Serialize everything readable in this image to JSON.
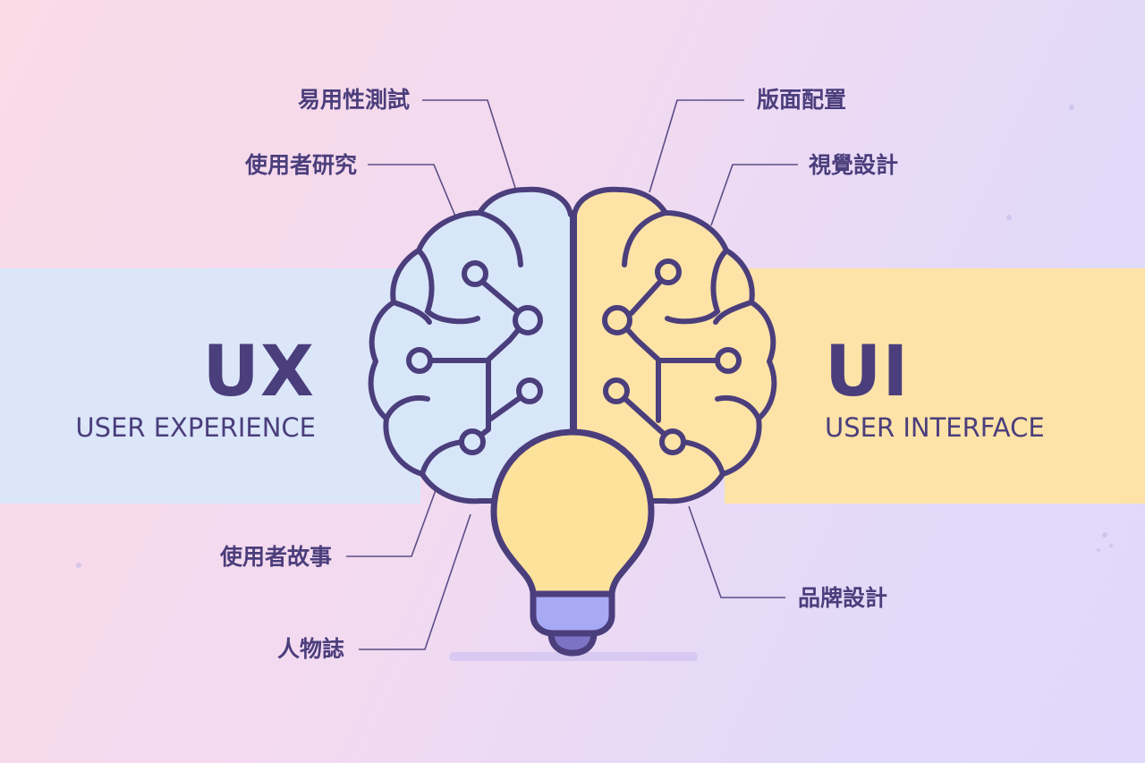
{
  "ux": {
    "title": "UX",
    "subtitle": "USER EXPERIENCE"
  },
  "ui": {
    "title": "UI",
    "subtitle": "USER INTERFACE"
  },
  "labels": {
    "usability_testing": "易用性測試",
    "user_research": "使用者研究",
    "user_stories": "使用者故事",
    "persona": "人物誌",
    "layout": "版面配置",
    "visual_design": "視覺設計",
    "branding": "品牌設計"
  },
  "colors": {
    "outline": "#4b3e7c",
    "ux_band": "#dbe6f9",
    "ui_band": "#fde3a8",
    "brain_left": "#d8e6f9",
    "brain_right": "#fde3a6",
    "bulb": "#fde29c",
    "bulb_base": "#a7a9f4"
  },
  "icons": [
    "brain-icon",
    "lightbulb-icon",
    "circuit-node-icon"
  ]
}
